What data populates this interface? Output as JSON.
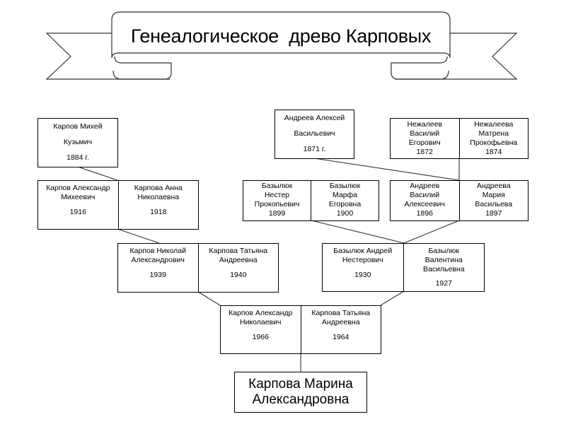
{
  "title": "Генеалогическое  древо Карповых",
  "people": {
    "karpov_mikhey": {
      "name": "Карпов Михей",
      "patronymic": "Кузьмич",
      "year": "1884 г."
    },
    "andreev_aleksey": {
      "name": "Андреев Алексей",
      "patronymic": "Васильевич",
      "year": "1871 г."
    },
    "nezhaleev_vasiliy": {
      "name": "Нежалеев\nВасилий\nЕгорович",
      "year": "1872"
    },
    "nezhaleeva_matrena": {
      "name": "Нежалеева\nМатрена\nПрокофьевна",
      "year": "1874"
    },
    "karpov_aleksandr_m": {
      "name": "Карпов Александр\nМихеевич",
      "year": "1916"
    },
    "karpova_anna": {
      "name": "Карпова Анна\nНиколаевна",
      "year": "1918"
    },
    "bazyluk_nester": {
      "name": "Базылюк\nНестер\nПрокопьевич",
      "year": "1899"
    },
    "bazyluk_marfa": {
      "name": "Базылюк\nМарфа\nЕгоровна",
      "year": "1900"
    },
    "andreev_vasiliy": {
      "name": "Андреев\nВасилий\nАлексеевич",
      "year": "1896"
    },
    "andreeva_maria": {
      "name": "Андреева\nМария\nВасильева",
      "year": "1897"
    },
    "karpov_nikolay": {
      "name": "Карпов Николай\nАлександрович",
      "year": "1939"
    },
    "karpova_tatyana_a": {
      "name": "Карпова Татьяна\nАндреевна",
      "year": "1940"
    },
    "bazyluk_andrey": {
      "name": "Базылюк Андрей\nНестерович",
      "year": "1930"
    },
    "bazyluk_valentina": {
      "name": "Базылюк\nВалентина\nВасильевна",
      "year": "1927"
    },
    "karpov_aleksandr_n": {
      "name": "Карпов Александр\nНиколаевич",
      "year": "1966"
    },
    "karpova_tatyana_a2": {
      "name": "Карпова Татьяна\nАндреевна",
      "year": "1964"
    },
    "karpova_marina": {
      "name": "Карпова Марина\nАлександровна"
    }
  }
}
